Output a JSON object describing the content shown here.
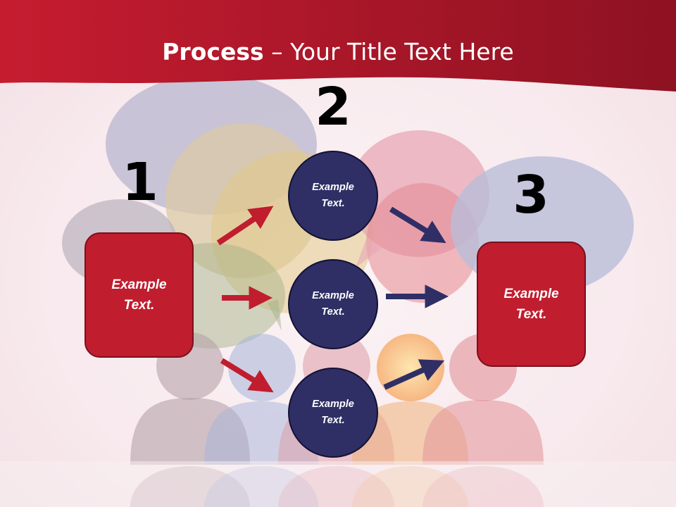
{
  "title": {
    "bold": "Process",
    "rest": " – Your Title Text Here"
  },
  "steps": {
    "one": "1",
    "two": "2",
    "three": "3"
  },
  "left_box": {
    "text": "Example Text."
  },
  "circles": [
    {
      "text": "Example Text."
    },
    {
      "text": "Example Text."
    },
    {
      "text": "Example Text."
    }
  ],
  "right_box": {
    "text": "Example Text."
  },
  "colors": {
    "header_red": "#b0182a",
    "box_red": "#c01d2e",
    "circle_navy": "#2f2f66",
    "arrow_red": "#c01d2e",
    "arrow_navy": "#2f2f66"
  }
}
